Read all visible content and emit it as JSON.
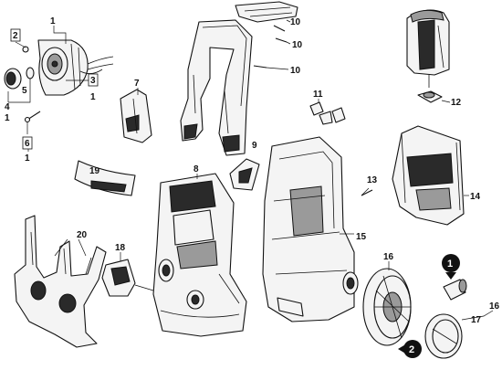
{
  "callouts": {
    "c1a": "1",
    "c2": "2",
    "c3": "3",
    "c1b": "1",
    "c4": "4",
    "c5": "5",
    "c6": "6",
    "c1c": "1",
    "c1d": "1",
    "c7": "7",
    "c8": "8",
    "c9": "9",
    "c10a": "10",
    "c10b": "10",
    "c10c": "10",
    "c11": "11",
    "c12": "12",
    "c13": "13",
    "c14": "14",
    "c15": "15",
    "c16a": "16",
    "c16b": "16",
    "c17": "17",
    "c18": "18",
    "c19": "19",
    "c20": "20"
  },
  "steps": {
    "s1": "1",
    "s2": "2"
  }
}
